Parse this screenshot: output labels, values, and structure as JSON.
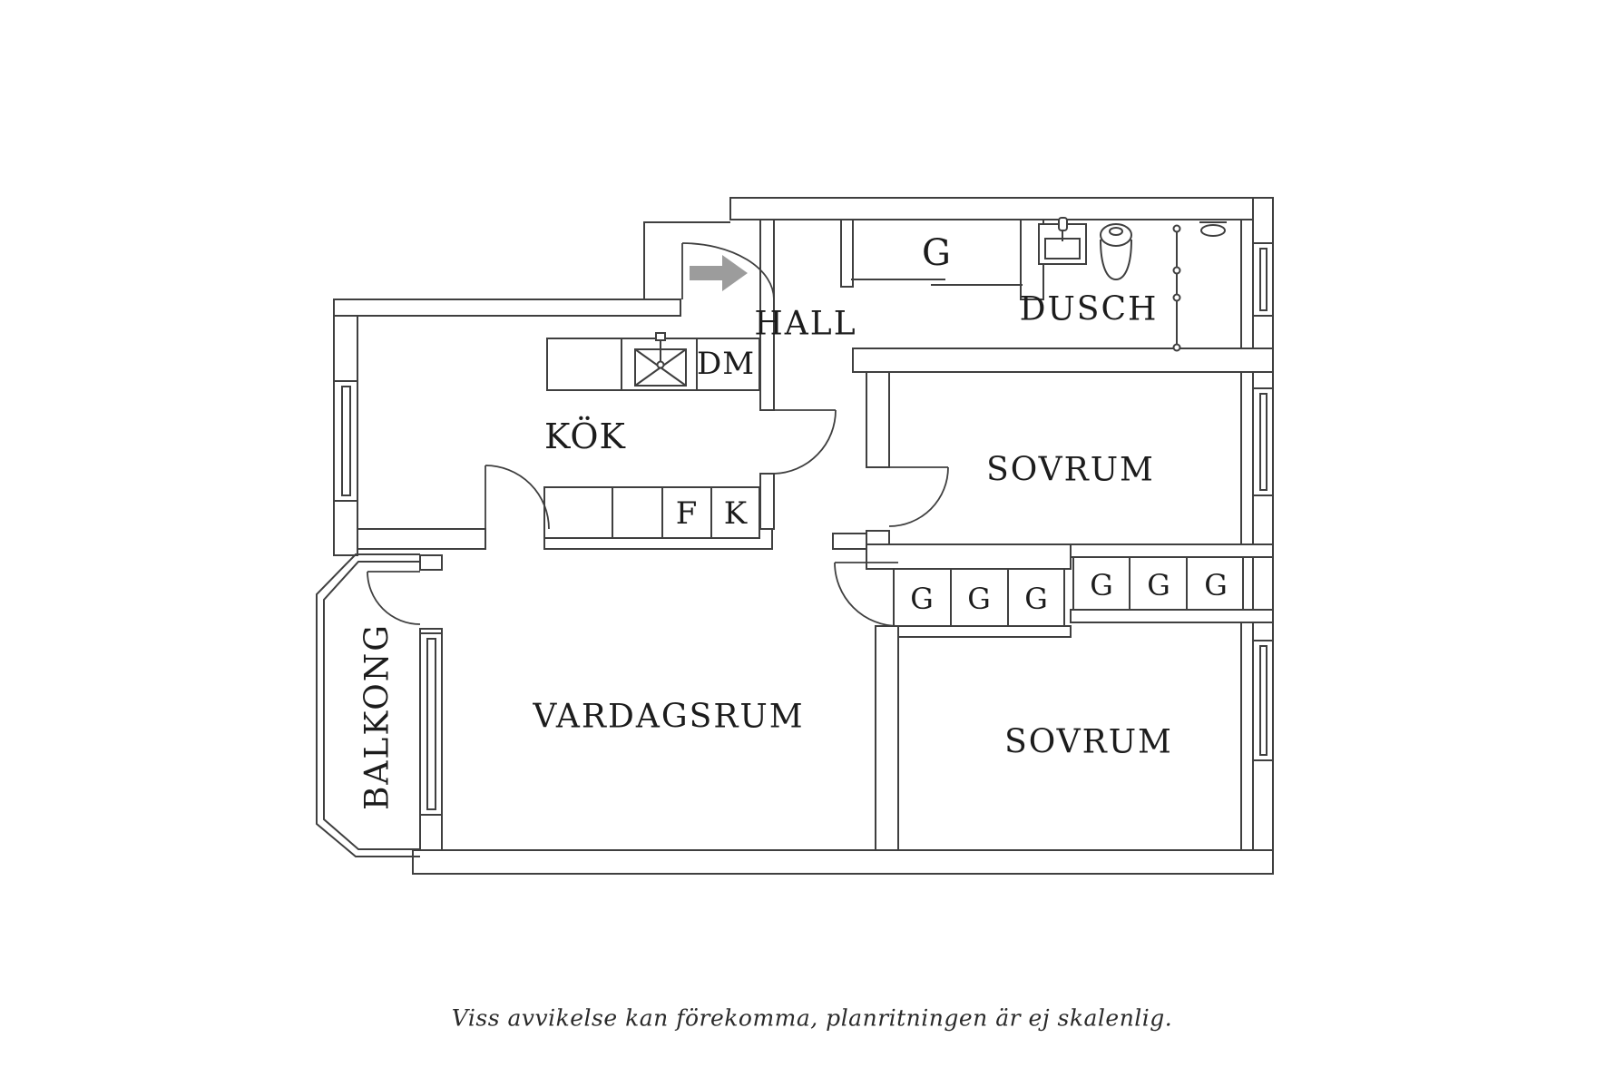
{
  "floorplan": {
    "line_color": "#3f3f3f",
    "arrow_color": "#9c9c9c",
    "rooms": {
      "hall": "HALL",
      "dusch": "DUSCH",
      "kok": "KÖK",
      "sovrum_upper": "SOVRUM",
      "sovrum_lower": "SOVRUM",
      "vardagsrum": "VARDAGSRUM",
      "balkong": "BALKONG"
    },
    "fixtures": {
      "dishwasher": "DM",
      "fridge": "F",
      "freezer": "K",
      "wardrobe_top": "G"
    },
    "wardrobes_row": [
      "G",
      "G",
      "G",
      "G",
      "G",
      "G"
    ]
  },
  "footer": {
    "disclaimer": "Viss avvikelse kan förekomma, planritningen är ej skalenlig."
  }
}
